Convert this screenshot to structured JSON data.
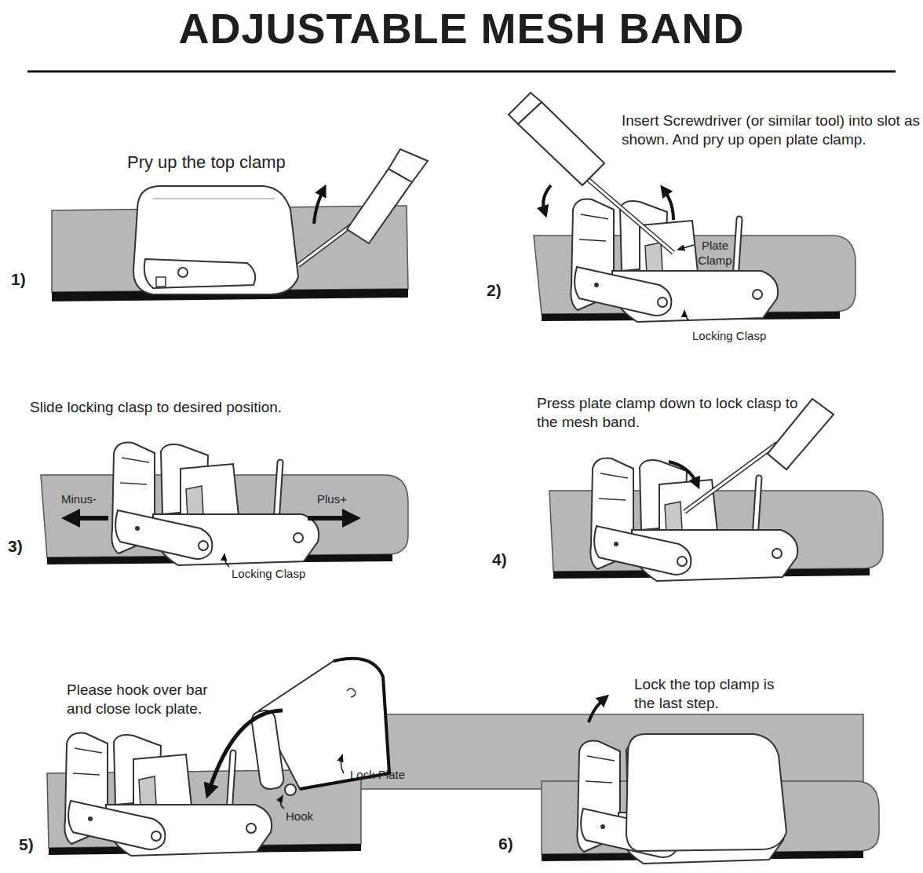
{
  "diagram": {
    "title": "ADJUSTABLE MESH BAND",
    "labels": [
      "1)",
      "Pry up the top clamp",
      "2)",
      "Insert Screwdriver (or similar tool) into slot as shown. And pry up open plate clamp.",
      "Plate Clamp",
      "Locking Clasp",
      "3)",
      "Slide locking clasp to desired position.",
      "Minus-",
      "Plus+",
      "Locking Clasp",
      "4)",
      "Press plate clamp down to lock clasp to the mesh band.",
      "5)",
      "Please hook over bar and close lock plate.",
      "Lock Plate",
      "Hook",
      "6)",
      "Lock the top clamp is the last step."
    ]
  }
}
